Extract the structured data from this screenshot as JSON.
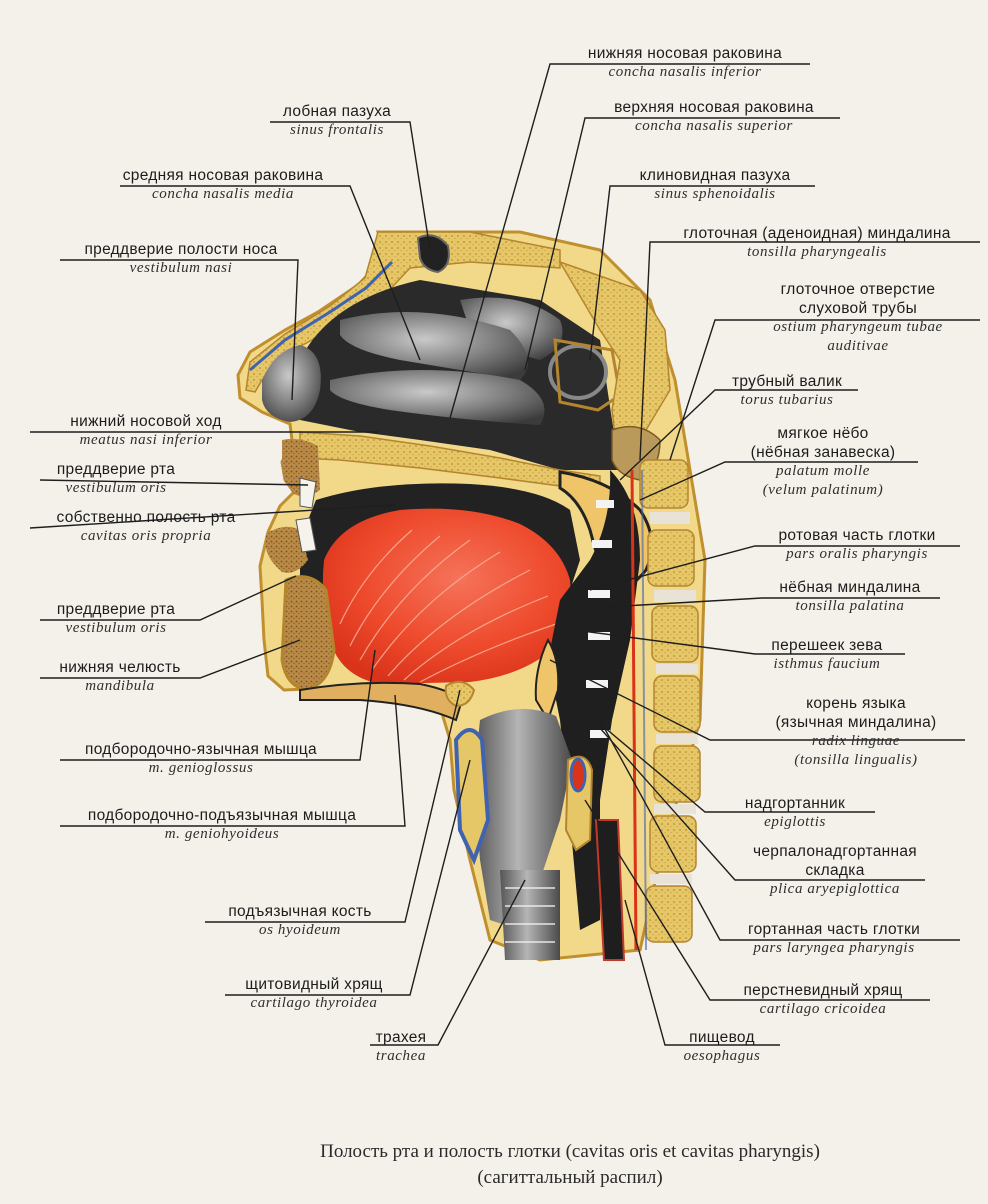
{
  "caption": {
    "line1": "Полость рта и полость глотки (cavitas oris et cavitas pharyngis)",
    "line2": "(сагиттальный распил)"
  },
  "labels": {
    "concha_inf": {
      "ru": "нижняя носовая раковина",
      "la": "concha nasalis inferior"
    },
    "concha_sup": {
      "ru": "верхняя носовая раковина",
      "la": "concha nasalis superior"
    },
    "sinus_frontalis": {
      "ru": "лобная пазуха",
      "la": "sinus frontalis"
    },
    "sinus_sphen": {
      "ru": "клиновидная пазуха",
      "la": "sinus sphenoidalis"
    },
    "concha_media": {
      "ru": "средняя носовая раковина",
      "la": "concha nasalis media"
    },
    "tonsilla_phar": {
      "ru": "глоточная (аденоидная) миндалина",
      "la": "tonsilla pharyngealis"
    },
    "vestibulum_nasi": {
      "ru": "преддверие полости носа",
      "la": "vestibulum nasi"
    },
    "ostium_tubae": {
      "ru1": "глоточное отверстие",
      "ru2": "слуховой трубы",
      "la1": "ostium pharyngeum tubae",
      "la2": "auditivae"
    },
    "torus": {
      "ru": "трубный валик",
      "la": "torus tubarius"
    },
    "meatus": {
      "ru": "нижний носовой ход",
      "la": "meatus nasi inferior"
    },
    "palatum": {
      "ru1": "мягкое нёбо",
      "ru2": "(нёбная занавеска)",
      "la1": "palatum molle",
      "la2": "(velum palatinum)"
    },
    "vest_oris_1": {
      "ru": "преддверие рта",
      "la": "vestibulum oris"
    },
    "cavitas_propria": {
      "ru": "собственно полость рта",
      "la": "cavitas oris propria"
    },
    "pars_oralis": {
      "ru": "ротовая часть глотки",
      "la": "pars oralis pharyngis"
    },
    "tonsilla_pal": {
      "ru": "нёбная миндалина",
      "la": "tonsilla palatina"
    },
    "vest_oris_2": {
      "ru": "преддверие рта",
      "la": "vestibulum oris"
    },
    "isthmus": {
      "ru": "перешеек зева",
      "la": "isthmus faucium"
    },
    "mandibula": {
      "ru": "нижняя челюсть",
      "la": "mandibula"
    },
    "radix": {
      "ru1": "корень языка",
      "ru2": "(язычная миндалина)",
      "la1": "radix linguae",
      "la2": "(tonsilla lingualis)"
    },
    "genioglossus": {
      "ru": "подбородочно-язычная мышца",
      "la": "m. genioglossus"
    },
    "epiglottis": {
      "ru": "надгортанник",
      "la": "epiglottis"
    },
    "geniohyoideus": {
      "ru": "подбородочно-подъязычная мышца",
      "la": "m. geniohyoideus"
    },
    "plica": {
      "ru1": "черпалонадгортанная",
      "ru2": "складка",
      "la": "plica aryepiglottica"
    },
    "os_hyoideum": {
      "ru": "подъязычная кость",
      "la": "os hyoideum"
    },
    "pars_laryngea": {
      "ru": "гортанная часть глотки",
      "la": "pars laryngea pharyngis"
    },
    "thyroidea": {
      "ru": "щитовидный хрящ",
      "la": "cartilago thyroidea"
    },
    "cricoidea": {
      "ru": "перстневидный хрящ",
      "la": "cartilago cricoidea"
    },
    "trachea": {
      "ru": "трахея",
      "la": "trachea"
    },
    "oesophagus": {
      "ru": "пищевод",
      "la": "oesophagus"
    }
  },
  "colors": {
    "paper": "#f4f1ea",
    "bone": "#e8cc6e",
    "tongue": "#ee4a2c",
    "cavity": "#2a2a2a",
    "mucosa_gray": "#8d8d8d",
    "vessel_blue": "#3f63b0",
    "line": "#1e1e1e"
  }
}
